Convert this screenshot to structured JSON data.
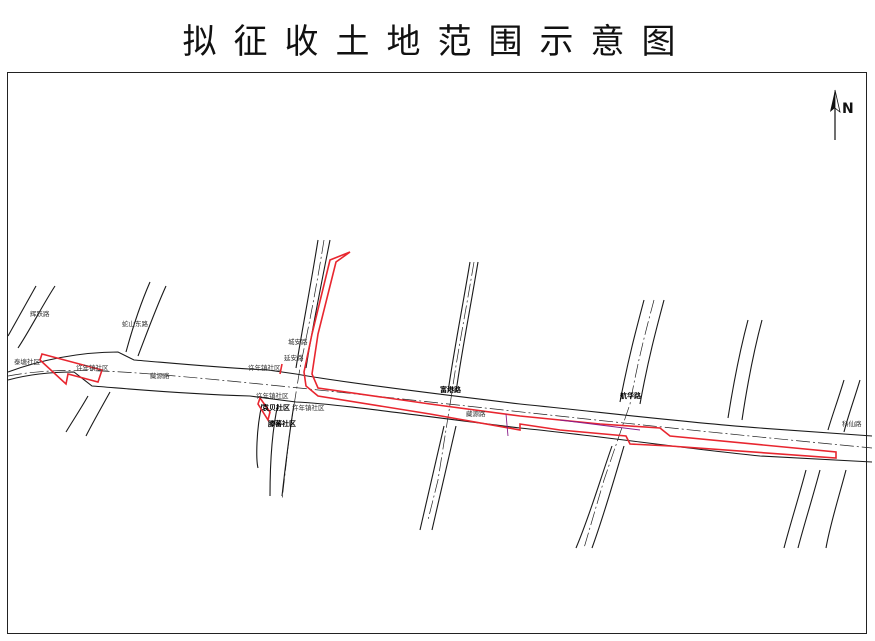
{
  "title": "拟征收土地范围示意图",
  "north": "N",
  "labels": {
    "huiyue_road": "辉跃路",
    "shanshan_east_road": "蛇山东路",
    "tai_village": "泰塘社区",
    "xu_community_left": "许年镇社区",
    "shunjiang_left": "藏源路",
    "wengong": "城安路",
    "xu_community_mid": "许年镇社区",
    "qinghe": "延安路",
    "xu_community_low": "许年镇社区",
    "yuanbei_community": "袁贝社区",
    "xu_community_right": "许年镇社区",
    "lanhai_community": "滕蕃社区",
    "mid_road": "富港路",
    "zhongshan_road": "藏源路",
    "hangxing_road": "航华路",
    "right_road": "科仙路"
  },
  "colors": {
    "boundary": "#e8262f",
    "road": "#1a1a1a",
    "annotation": "#8a1d8a"
  }
}
